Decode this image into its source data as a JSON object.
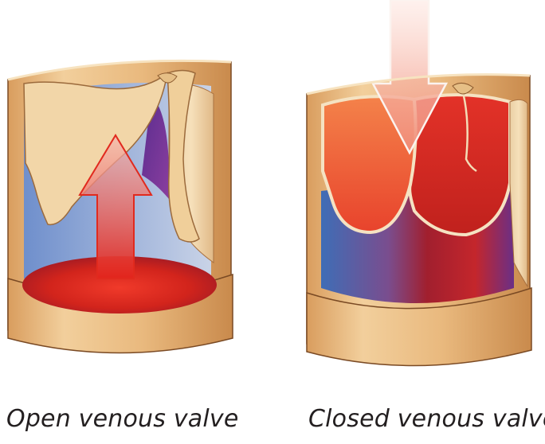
{
  "panels": [
    {
      "caption": "Open venous valve",
      "flow": "upward",
      "icon": "up-arrow-icon"
    },
    {
      "caption": "Closed venous valve",
      "flow": "downward",
      "icon": "down-arrow-icon"
    }
  ],
  "colors": {
    "vessel_wall": "#e8b87c",
    "vessel_wall_light": "#f3d3a3",
    "vessel_wall_dark": "#b98048",
    "blood_red": "#d7261e",
    "blood_orange": "#f2663a",
    "blood_blue": "#4a6db5",
    "blood_purple": "#7a3b8f"
  }
}
